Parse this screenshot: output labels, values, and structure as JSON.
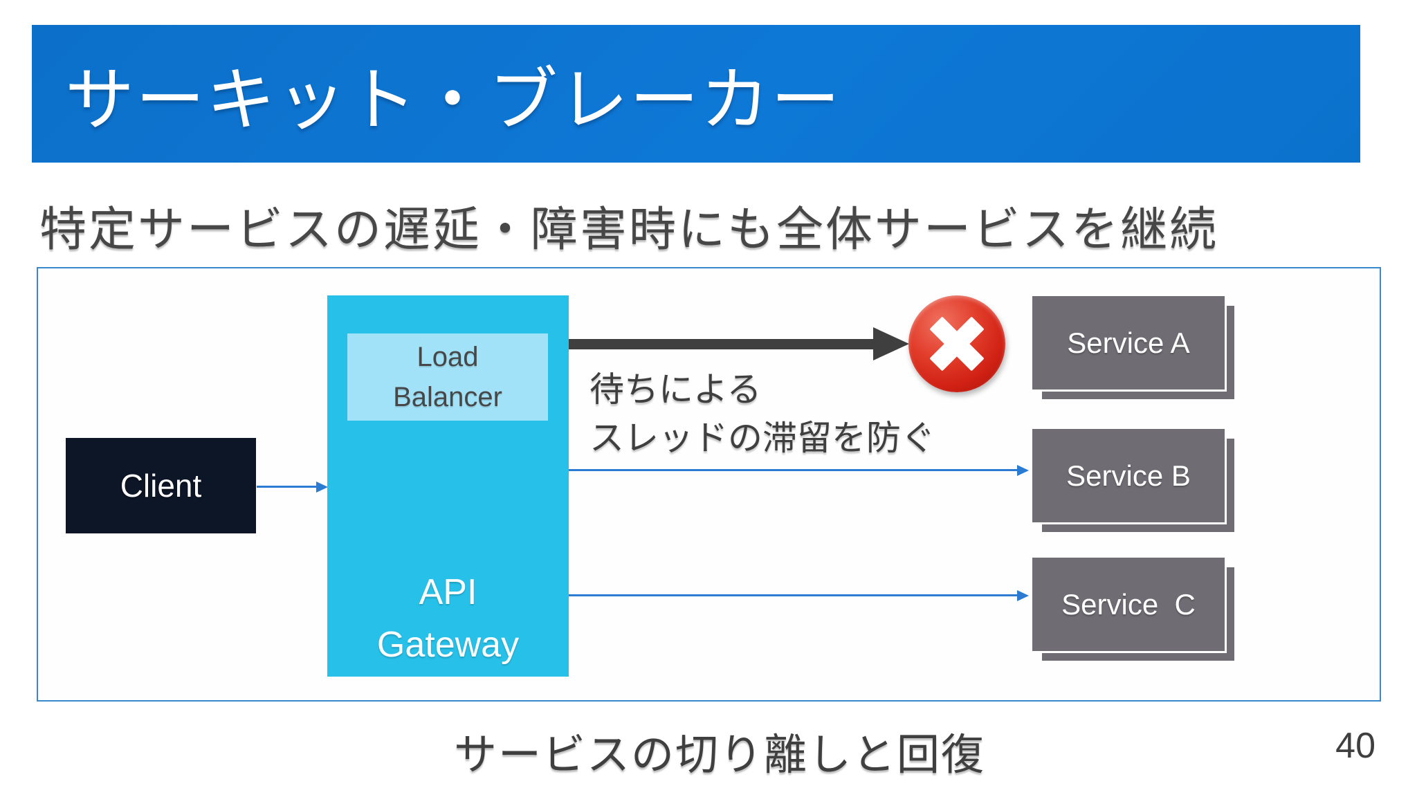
{
  "slide": {
    "title": "サーキット・ブレーカー",
    "subtitle": "特定サービスの遅延・障害時にも全体サービスを継続",
    "caption": "サービスの切り離しと回復",
    "page_number": "40"
  },
  "diagram": {
    "client": {
      "label": "Client"
    },
    "api_gateway": {
      "line1": "API",
      "line2": "Gateway"
    },
    "load_balancer": {
      "line1": "Load",
      "line2": "Balancer"
    },
    "annotation": {
      "line1": "待ちによる",
      "line2": "スレッドの滞留を防ぐ"
    },
    "error_icon": "error-cross",
    "services": [
      {
        "label": "Service A"
      },
      {
        "label": "Service B"
      },
      {
        "label": "Service  C"
      }
    ]
  },
  "colors": {
    "banner_blue": "#0d74d0",
    "api_gateway_cyan": "#27c0e9",
    "load_balancer_cyan": "#a2e2f8",
    "client_navy": "#0d1626",
    "service_gray": "#6f6d73",
    "arrow_blue": "#2b7bd3",
    "arrow_dark": "#3f3f3f",
    "error_red": "#d02114",
    "frame_border_blue": "#3a87cc",
    "text_dark": "#3f3f3f"
  }
}
